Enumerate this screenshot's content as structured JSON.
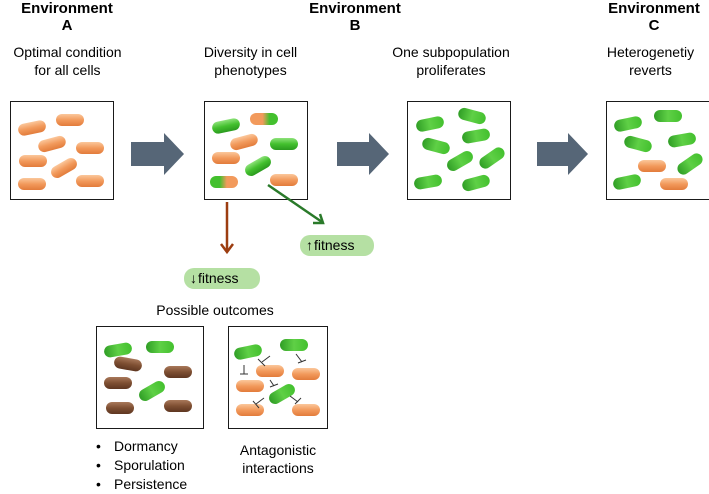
{
  "environments": [
    {
      "title": "Environment",
      "letter": "A",
      "caption_1": "Optimal condition",
      "caption_2": "for all cells"
    },
    {
      "title": "Environment",
      "letter": "B",
      "caption_1": "Diversity in cell",
      "caption_2": "phenotypes"
    },
    {
      "title": "",
      "letter": "",
      "caption_1": "One subpopulation",
      "caption_2": "proliferates"
    },
    {
      "title": "Environment",
      "letter": "C",
      "caption_1": "Heterogenetiy",
      "caption_2": "reverts"
    }
  ],
  "fitness_up": "fitness",
  "fitness_down": "fitness",
  "outcomes_title": "Possible outcomes",
  "outcome_list": [
    "Dormancy",
    "Sporulation",
    "Persistence"
  ],
  "antagonistic_1": "Antagonistic",
  "antagonistic_2": "interactions",
  "colors": {
    "orange_cell": "#f2a46b",
    "green_cell": "#4fc23a",
    "brown_cell": "#8a5a3a",
    "process_arrow": "#566677",
    "down_arrow": "#9c3d10",
    "up_arrow": "#2a7a2a",
    "pill_bg": "#b5e0a3"
  },
  "icons": [
    "block-arrow-right-icon",
    "arrow-down-icon",
    "arrow-up-icon",
    "inhibition-icon"
  ]
}
